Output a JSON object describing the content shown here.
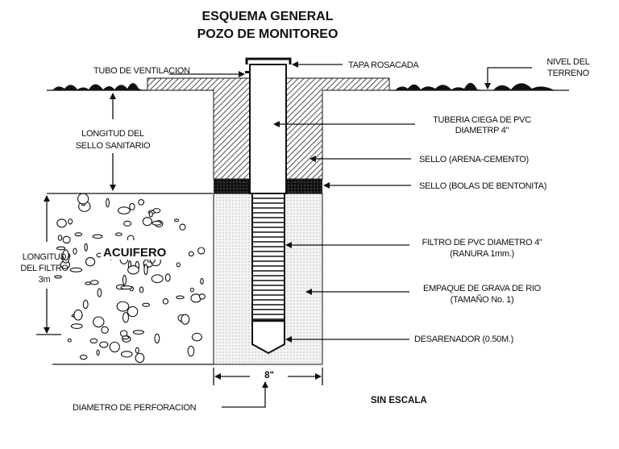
{
  "title": {
    "line1": "ESQUEMA GENERAL",
    "line2": "POZO DE MONITOREO"
  },
  "labels": {
    "tubo_ventilacion": "TUBO DE VENTILACION",
    "tapa_rosacada": "TAPA ROSACADA",
    "nivel_terreno_1": "NIVEL DEL",
    "nivel_terreno_2": "TERRENO",
    "tuberia_1": "TUBERIA CIEGA DE PVC",
    "tuberia_2": "DIAMETRP 4\"",
    "sello_arena": "SELLO (ARENA-CEMENTO)",
    "sello_bentonita": "SELLO (BOLAS DE BENTONITA)",
    "filtro_1": "FILTRO DE PVC DIAMETRO 4\"",
    "filtro_2": "(RANURA 1mm.)",
    "empaque_1": "EMPAQUE DE GRAVA DE RIO",
    "empaque_2": "(TAMAÑO No. 1)",
    "desarenador": "DESARENADOR (0.50M.)",
    "sello_sanitario_1": "LONGITUD DEL",
    "sello_sanitario_2": "SELLO SANITARIO",
    "long_filtro_1": "LONGITUD",
    "long_filtro_2": "DEL FILTRO",
    "long_filtro_3": "3m",
    "acuifero": "ACUIFERO",
    "diametro": "8\"",
    "diametro_perforacion": "DIAMETRO DE PERFORACION",
    "sin_escala": "SIN ESCALA"
  }
}
